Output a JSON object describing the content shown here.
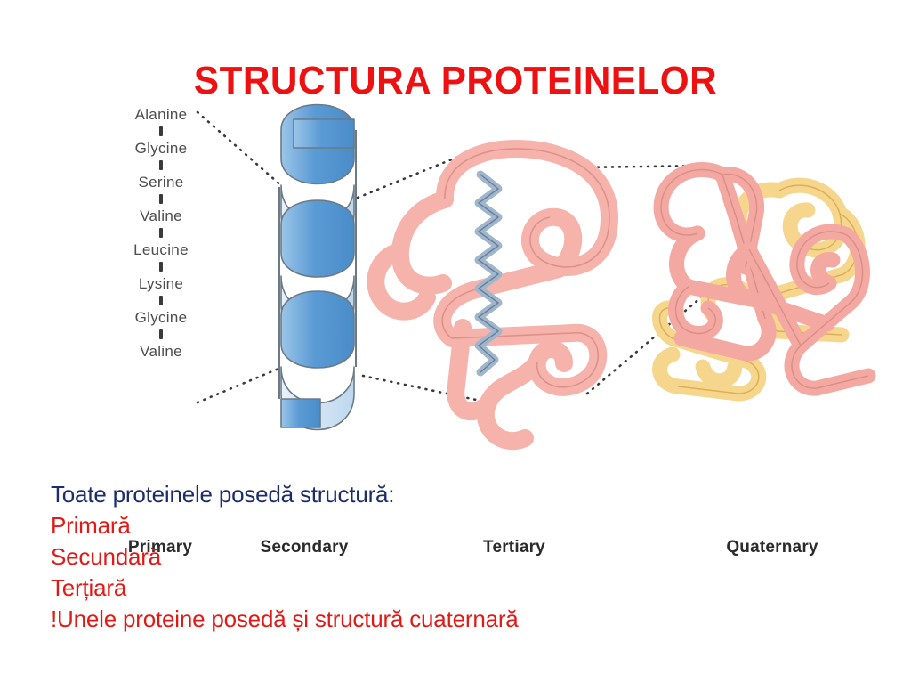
{
  "slide": {
    "title": "STRUCTURA PROTEINELOR",
    "title_color": "#ee1111",
    "background_color": "#ffffff"
  },
  "diagram": {
    "primary_sequence": {
      "label": "Primary",
      "residues": [
        "Alanine",
        "Glycine",
        "Serine",
        "Valine",
        "Leucine",
        "Lysine",
        "Glycine",
        "Valine"
      ]
    },
    "stage_labels": [
      "Primary",
      "Secondary",
      "Tertiary",
      "Quaternary"
    ],
    "structures": {
      "secondary": {
        "label": "Secondary",
        "shape": "alpha-helix-ribbon",
        "color": "#5b9bd5",
        "highlight_color": "#cfe2f3"
      },
      "tertiary": {
        "label": "Tertiary",
        "shape": "folded-polypeptide-tube",
        "color": "#f6b3ab",
        "inner_helix_color": "#9fb6cc"
      },
      "quaternary": {
        "label": "Quaternary",
        "shape": "four-subunit-assembly",
        "subunit_colors": [
          "#f3a9a2",
          "#f6d68c"
        ],
        "subunit_count": 4
      }
    },
    "connector_style": "dotted"
  },
  "body": {
    "lines": [
      {
        "text": "Toate proteinele posedă structură:",
        "color": "blue"
      },
      {
        "text": "Primară",
        "color": "red"
      },
      {
        "text": "Secundară",
        "color": "red"
      },
      {
        "text": "Terțiară",
        "color": "red"
      },
      {
        "text": "!Unele proteine posedă și structură cuaternară",
        "color": "red"
      }
    ]
  },
  "colors": {
    "title_red": "#ee1111",
    "body_red": "#e01b17",
    "body_blue": "#1b2d6b",
    "helix_blue": "#5b9bd5",
    "tertiary_pink": "#f6b3ab",
    "quaternary_yellow": "#f6d68c",
    "label_gray": "#4d4d4d"
  }
}
